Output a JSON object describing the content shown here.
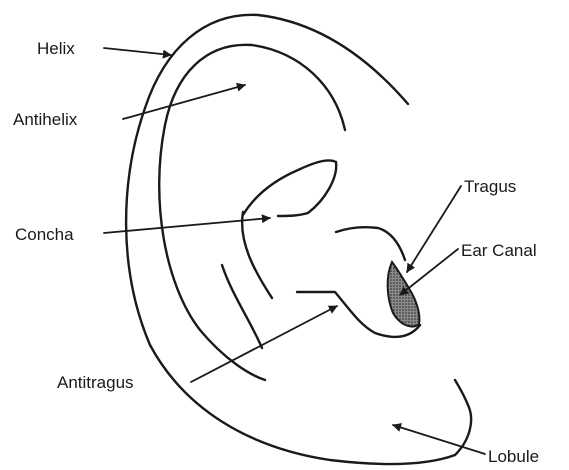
{
  "labels": {
    "helix": "Helix",
    "antihelix": "Antihelix",
    "concha": "Concha",
    "tragus": "Tragus",
    "ear_canal": "Ear Canal",
    "antitragus": "Antitragus",
    "lobule": "Lobule"
  }
}
